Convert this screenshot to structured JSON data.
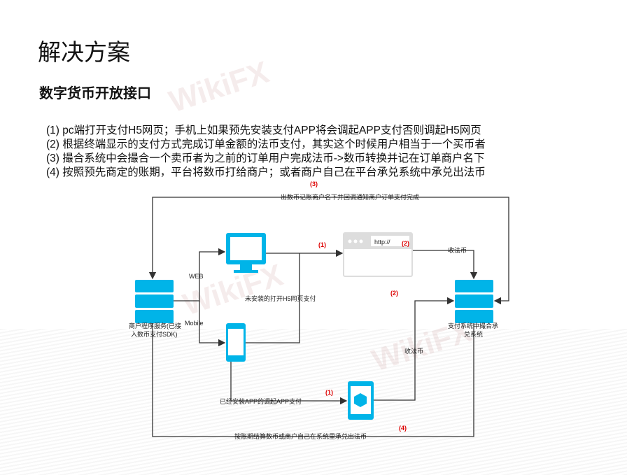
{
  "title": "解决方案",
  "subtitle": "数字货币开放接口",
  "steps": [
    "(1)  pc端打开支付H5网页；手机上如果预先安装支付APP将会调起APP支付否则调起H5网页",
    "(2)  根据终端显示的支付方式完成订单金额的法币支付，其实这个时候用户相当于一个买币者",
    "(3)  撮合系统中会撮合一个卖币者为之前的订单用户完成法币->数币转换并记在订单商户名下",
    "(4)  按照预先商定的账期，平台将数币打给商户；或者商户自己在平台承兑系统中承兑出法币"
  ],
  "watermark": "WikiFX",
  "diagram": {
    "top_edge": "出数币记账商户名下并回调通知商户订单支付完成",
    "bottom_edge": "按账期结算数币或商户自己在系统里承兑出法币",
    "web": "WEB",
    "mobile": "Mobile",
    "h5_label": "未安装的打开H5网页支付",
    "app_label": "已经安装APP的调起APP支付",
    "receive_fiat_1": "收法币",
    "receive_fiat_2": "收法币",
    "url": "http://",
    "merchant_line1": "商户程序服务(已接",
    "merchant_line2": "入数币支付SDK)",
    "pay_line1": "支付系统中撮合承",
    "pay_line2": "兑系统",
    "step1a": "(1)",
    "step1b": "(1)",
    "step2a": "(2)",
    "step2b": "(2)",
    "step3": "(3)",
    "step4": "(4)"
  },
  "colors": {
    "icon": "#00b4e8",
    "line": "#333333",
    "step": "#dd0000"
  }
}
